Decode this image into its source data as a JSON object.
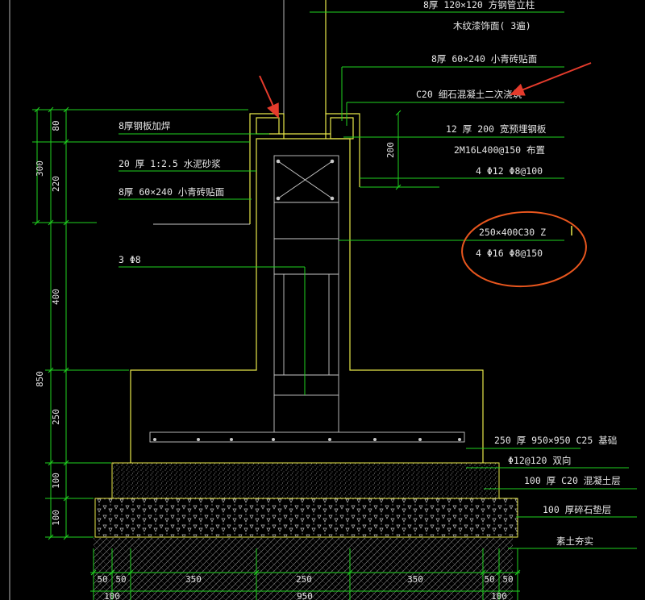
{
  "callouts": {
    "c1": "8厚 120×120  方钢管立柱",
    "c2": "木纹漆饰面(        3遍)",
    "c3": "8厚 60×240 小青砖贴面",
    "c4": "C20 细石混凝土二次浇筑",
    "c5": "12 厚 200 宽预埋钢板",
    "c6": "2M16L400@150  布置",
    "c7": "4 Φ12    Φ8@100",
    "c8": "250×400C30    Z",
    "c9": "4 Φ16    Φ8@150",
    "c10": "250 厚 950×950   C25 基础",
    "c11": "Φ12@120  双向",
    "c12": "100 厚 C20 混凝土层",
    "c13": "100 厚碎石垫层",
    "c14": "素土夯实",
    "l1": "8厚钢板加焊",
    "l2": "20 厚 1:2.5   水泥砂浆",
    "l3": "8厚 60×240 小青砖贴面",
    "l4": "3 Φ8"
  },
  "dims": {
    "v300": "300",
    "v80": "80",
    "v220": "220",
    "v400": "400",
    "v850": "850",
    "v250": "250",
    "v100a": "100",
    "v100b": "100",
    "v200": "200",
    "h50a": "50",
    "h50b": "50",
    "h350a": "350",
    "h250": "250",
    "h350b": "350",
    "h50c": "50",
    "h50d": "50",
    "h100a": "100",
    "h950": "950",
    "h100b": "100"
  },
  "colors": {
    "background": "#000000",
    "leader_lines": "#1fd21f",
    "outline": "#e8e84a",
    "rebar": "#c8c8c8",
    "arrow": "#e53b2c",
    "highlight_circle": "#e8561e"
  }
}
